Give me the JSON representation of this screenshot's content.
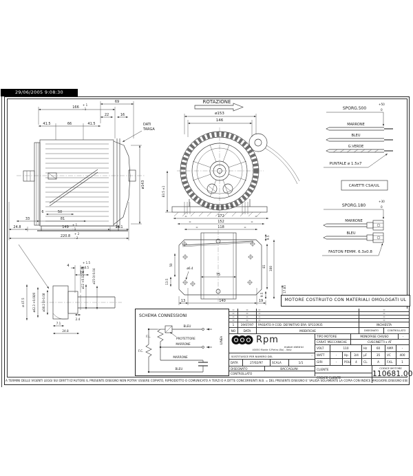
{
  "meta": {
    "timestamp": "29/06/2005 9:08:30"
  },
  "side_view": {
    "dim_69": "69",
    "dim_166": "166",
    "tol_166_p": "+ 1",
    "tol_166_m": "- 1",
    "dim_22": "22",
    "dim_16": "16",
    "dim_41_5a": "41.5",
    "dim_66": "66",
    "dim_41_5b": "41.5",
    "dati_1": "DATI",
    "dati_2": "TARGA",
    "dia_143": "ø143",
    "dim_6": "6",
    "dim_50": "50",
    "dim_33": "33",
    "dim_81": "81",
    "dim_24_8": "24.8",
    "dim_149": "149",
    "tol_149_p": "+ 1",
    "tol_149_m": "- 1",
    "dim_14_1": "14.1",
    "dim_220_8": "220.8",
    "tol_220_p": "+ 2",
    "tol_220_m": "- 2"
  },
  "shaft_detail": {
    "dia_47_5": "ø 47.5",
    "dia_42_3": "ø42.3 +0.08/0",
    "dia_38_2": "ø38.2 0/-0.08",
    "dim_4": "4",
    "tol_4_p": "+ 1.5",
    "tol_4_m": "- 0.5",
    "dim_14": "14",
    "dia_12": "ø12 +0.02/-0.08",
    "dia_15": "ø15 0/-0.04",
    "dim_2_4": "2.4",
    "dim_7_1": "7.1",
    "dim_24_8": "24.8"
  },
  "front_view": {
    "rotazione": "ROTAZIONE",
    "dia_153": "ø153",
    "dim_146": "146",
    "dim_83_5": "83.5 ±1"
  },
  "plan_view": {
    "eq": "=",
    "dim_172": "172",
    "dim_152": "152",
    "dim_118": "118",
    "dim_9_5a": "9.5",
    "dim_50": "50",
    "dia_6_4": "ø6.4",
    "dim_75": "75",
    "dim_13_5": "13.5",
    "dim_13": "13",
    "dim_140": "140",
    "dim_19": "19",
    "dim_81": "81",
    "dim_100": "100",
    "dim_17_85": "17.85",
    "dim_9_5b": "9.5"
  },
  "leads_500": {
    "title": "SPORG.500",
    "tol_p": "+50",
    "tol_m": "0",
    "wire1": "MARRONE",
    "wire2": "BLEU",
    "wire3": "G.VERDE",
    "note": "PUNTALE  ø  1.5x7",
    "box": "CAVETTI  CSA/UL"
  },
  "leads_180": {
    "title": "SPORG.180",
    "tol_p": "+30",
    "tol_m": "0",
    "wire1": "MARRONE",
    "wire2": "BLEU",
    "note": "FASTON  FEMM.  6.3x0.8"
  },
  "ul_note": "MOTORE  COSTRUITO  CON  MATERIALI  OMOLOGATI  UL",
  "schema": {
    "title": "SCHEMA  CONNESSIONI",
    "fl": "F.L.",
    "fc": "F.C.",
    "protettore": "PROTETTORE",
    "bleu_top": "BLEU",
    "marrone_mid": "MARRONE",
    "marrone_low": "MARRONE",
    "bleu_low": "BLEU",
    "linea": "LINEA"
  },
  "titleblock": {
    "rev": {
      "eq": "=",
      "row1_no": "1",
      "row1_date": "19/07/97",
      "row1_text": "PASSATO  A  COD.  DEFINITIVO  ERA:  SP110935",
      "h_no": "NO",
      "h_data": "DATA",
      "h_mod": "MODIFICHE",
      "h_rich": "INCHIESTA",
      "h_dis": "DISEGNATO",
      "h_con": "CONTROLLATO",
      "dash": "-"
    },
    "logo": {
      "name": "Rpm",
      "sub": "motori elettrici",
      "address": "40050 Monte S.Pietro (Bo) - Italy"
    },
    "sost_label": "SOSTITUISCE PER NUMERO DEL",
    "sost_val": "-",
    "data_label": "DATA",
    "data_val": "27/02/97",
    "scala_label": "SCALA",
    "scala_val": "1/1",
    "disegnato_label": "DISEGNATO",
    "disegnato_val": "BACCAGLINI",
    "controllato_label": "CONTROLLATO",
    "tipo_label": "TIPO  MOTORE",
    "tipo_val": "MONOFASE  CHIUSO",
    "tipo_extra": "-",
    "carat_label": "CARAT.  MECCANICHE",
    "carat_val": "CUSCINETTI  x  AT",
    "volt_label": "VOLT",
    "volt_val": "110",
    "hz_label": "Hz",
    "hz_val": "60",
    "amp_label": "AMP.",
    "amp_val": "-",
    "watt_label": "WATT",
    "watt_val": "-",
    "hp_label": "Hp",
    "hp_val": "3/4",
    "uf_label": "µF",
    "uf_val": "35",
    "vc_label": "VC",
    "vc_val": "400",
    "giri_label": "GIRI",
    "giri_val": "-",
    "poli_label": "POLI",
    "poli_val": "4",
    "cl_label": "CL.",
    "cl_val": "A",
    "fkl_label": "F.KL.",
    "fkl_val": "1",
    "cliente_label": "CLIENTE",
    "codice_cliente_label": "CODICE  CLIENTE",
    "codice_motore_label": "CODICE  MOTORE",
    "codice_motore": "110681.00"
  },
  "footer": {
    "left": "A TERMINI DELLE VIGENTI LEGGI SUI DIRITTI D'AUTORE IL PRESENTE DISEGNO NON POTRA' ESSERE COPIATO, RIPRODOTTO O COMUNICATO A TERZI O A DITTE CONCORRENTI.",
    "mid": "N.B. = DEL PRESENTE DISEGNO E' VALIDA SOLAMENTE LA COPIA CON INDICE MAGGIORE.",
    "right": "DISEGNO ESEGUITO A CAD = VIETATA LA MODIFICA MANUALE"
  }
}
